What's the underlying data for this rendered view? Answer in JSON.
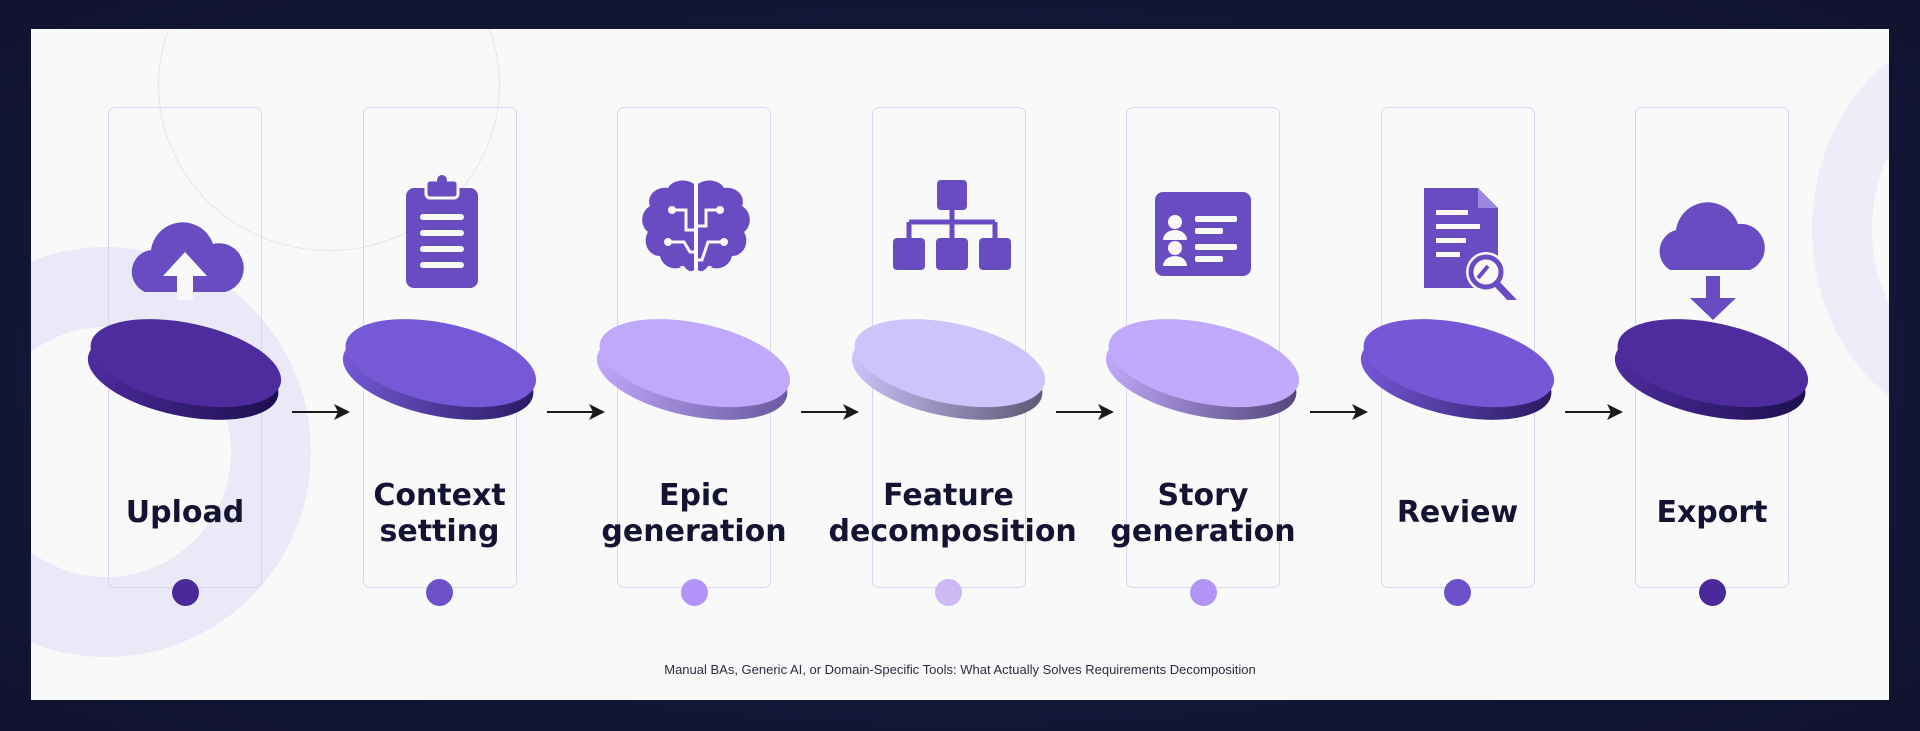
{
  "colors": {
    "background": "#131539",
    "canvas": "#f9f9fa",
    "icon": "#6a4cc2",
    "arrow": "#1a1a1a",
    "label": "#141432"
  },
  "steps": [
    {
      "label": "Upload",
      "icon": "cloud-upload-icon",
      "disk_top": "#4f2c9e",
      "disk_side": "#1d1050",
      "dot": "#4a2a9a"
    },
    {
      "label": "Context setting",
      "icon": "clipboard-icon",
      "disk_top": "#7559d6",
      "disk_side": "#2c1c66",
      "dot": "#6d51ca"
    },
    {
      "label": "Epic generation",
      "icon": "brain-circuit-icon",
      "disk_top": "#c0a8fb",
      "disk_side": "#6a5aa0",
      "dot": "#b295f7"
    },
    {
      "label": "Feature decomposition",
      "icon": "org-chart-icon",
      "disk_top": "#cfc3fb",
      "disk_side": "#5f5a78",
      "dot": "#cbbaf6"
    },
    {
      "label": "Story generation",
      "icon": "id-card-icon",
      "disk_top": "#c1a9fb",
      "disk_side": "#55487d",
      "dot": "#b295f7"
    },
    {
      "label": "Review",
      "icon": "document-search-icon",
      "disk_top": "#7658d6",
      "disk_side": "#2a1b62",
      "dot": "#6d51ca"
    },
    {
      "label": "Export",
      "icon": "cloud-download-icon",
      "disk_top": "#4f2c9e",
      "disk_side": "#1d1050",
      "dot": "#4a2a9a"
    }
  ],
  "caption": "Manual BAs, Generic AI, or Domain-Specific Tools: What Actually Solves Requirements Decomposition"
}
